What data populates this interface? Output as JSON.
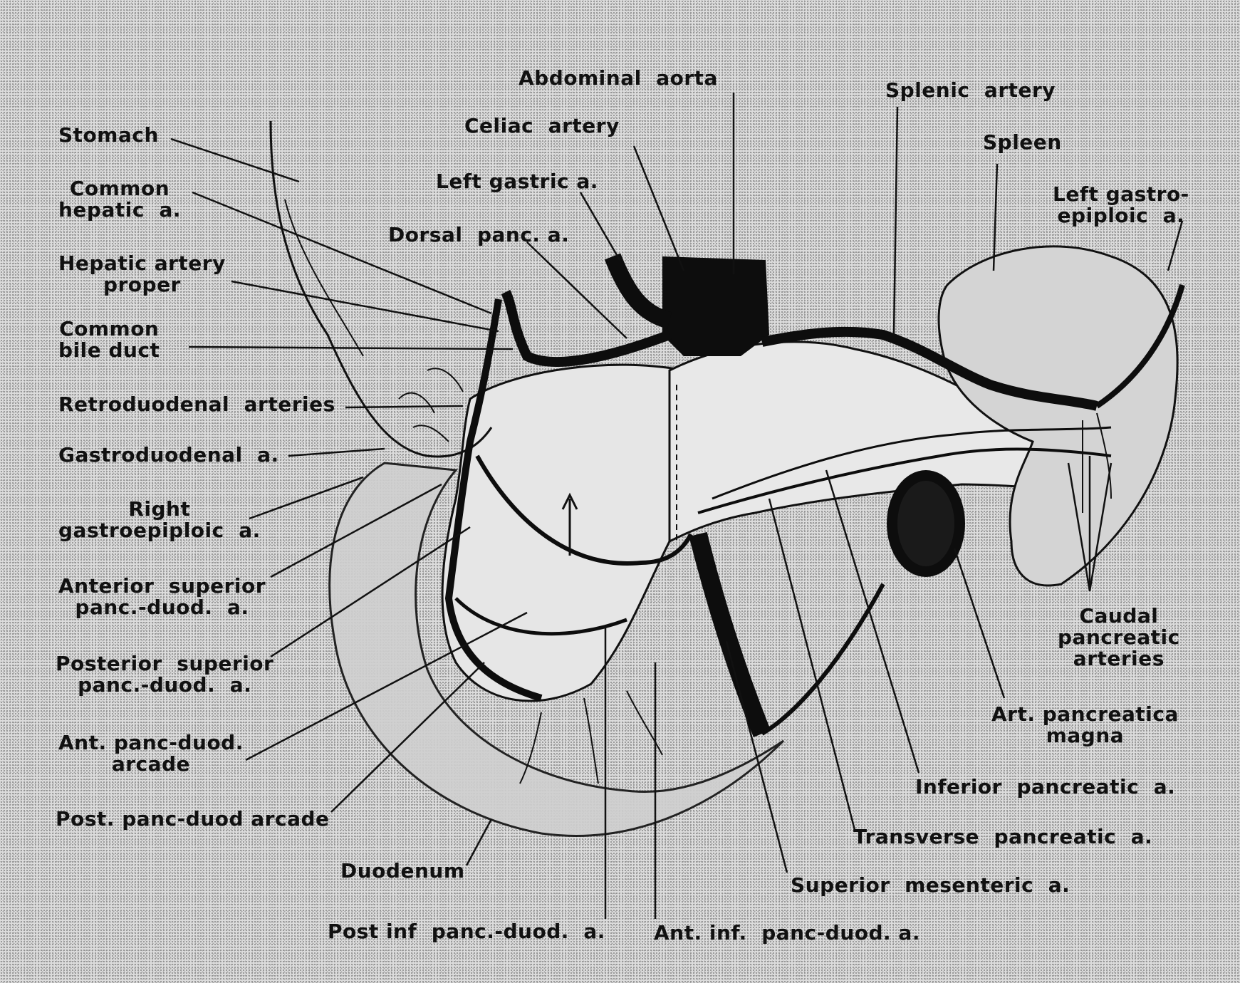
{
  "labels": {
    "abdominal_aorta": "Abdominal  aorta",
    "splenic_artery": "Splenic  artery",
    "celiac_artery": "Celiac  artery",
    "stomach": "Stomach",
    "spleen": "Spleen",
    "common_hepatic": "Common\nhepatic  a.",
    "left_gastric": "Left gastric a.",
    "left_gastroepiploic": "Left gastro-\nepiploic  a.",
    "dorsal_panc": "Dorsal  panc. a.",
    "hepatic_artery_proper": "Hepatic artery\nproper",
    "common_bile_duct": "Common\nbile duct",
    "retroduodenal_arteries": "Retroduodenal  arteries",
    "gastroduodenal": "Gastroduodenal  a.",
    "right_gastroepiploic": "Right\ngastroepiploic  a.",
    "anterior_superior": "Anterior  superior\npanc.-duod.  a.",
    "posterior_superior": "Posterior  superior\npanc.-duod.  a.",
    "ant_panc_duod_arcade": "Ant. panc-duod.\narcade",
    "post_panc_duod_arcade": "Post. panc-duod arcade",
    "duodenum": "Duodenum",
    "caudal_pancreatic": "Caudal\npancreatic\narteries",
    "art_pancreatica_magna": "Art. pancreatica\nmagna",
    "inferior_pancreatic": "Inferior  pancreatic  a.",
    "transverse_pancreatic": "Transverse  pancreatic  a.",
    "superior_mesenteric": "Superior  mesenteric  a.",
    "post_inf_panc_duod": "Post inf  panc.-duod.  a.",
    "ant_inf_panc_duod": "Ant. inf.  panc-duod. a."
  }
}
